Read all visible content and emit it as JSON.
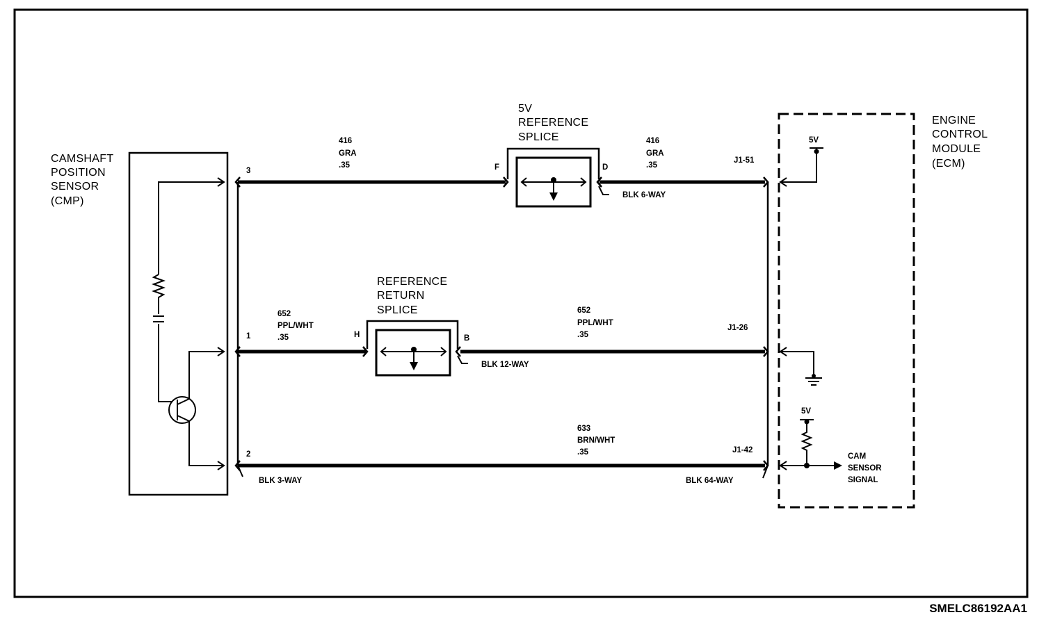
{
  "sensor": {
    "title_lines": [
      "CAMSHAFT",
      "POSITION",
      "SENSOR",
      "(CMP)"
    ],
    "pins": [
      "3",
      "1",
      "2"
    ],
    "connector": "BLK 3-WAY"
  },
  "ecm": {
    "title_lines": [
      "ENGINE",
      "CONTROL",
      "MODULE",
      "(ECM)"
    ],
    "pins": [
      "J1-51",
      "J1-26",
      "J1-42"
    ],
    "connector": "BLK 64-WAY",
    "voltage_top": "5V",
    "voltage_pullup": "5V",
    "signal_lines": [
      "CAM",
      "SENSOR",
      "SIGNAL"
    ]
  },
  "splice_5v": {
    "title_lines": [
      "5V",
      "REFERENCE",
      "SPLICE"
    ],
    "pin_left": "F",
    "pin_right": "D",
    "connector": "BLK 6-WAY"
  },
  "splice_return": {
    "title_lines": [
      "REFERENCE",
      "RETURN",
      "SPLICE"
    ],
    "pin_left": "H",
    "pin_right": "B",
    "connector": "BLK 12-WAY"
  },
  "wires": {
    "ref_left": [
      "416",
      "GRA",
      ".35"
    ],
    "ref_right": [
      "416",
      "GRA",
      ".35"
    ],
    "ret_left": [
      "652",
      "PPL/WHT",
      ".35"
    ],
    "ret_right": [
      "652",
      "PPL/WHT",
      ".35"
    ],
    "signal": [
      "633",
      "BRN/WHT",
      ".35"
    ]
  },
  "diagram_code": "SMELC86192AA1"
}
